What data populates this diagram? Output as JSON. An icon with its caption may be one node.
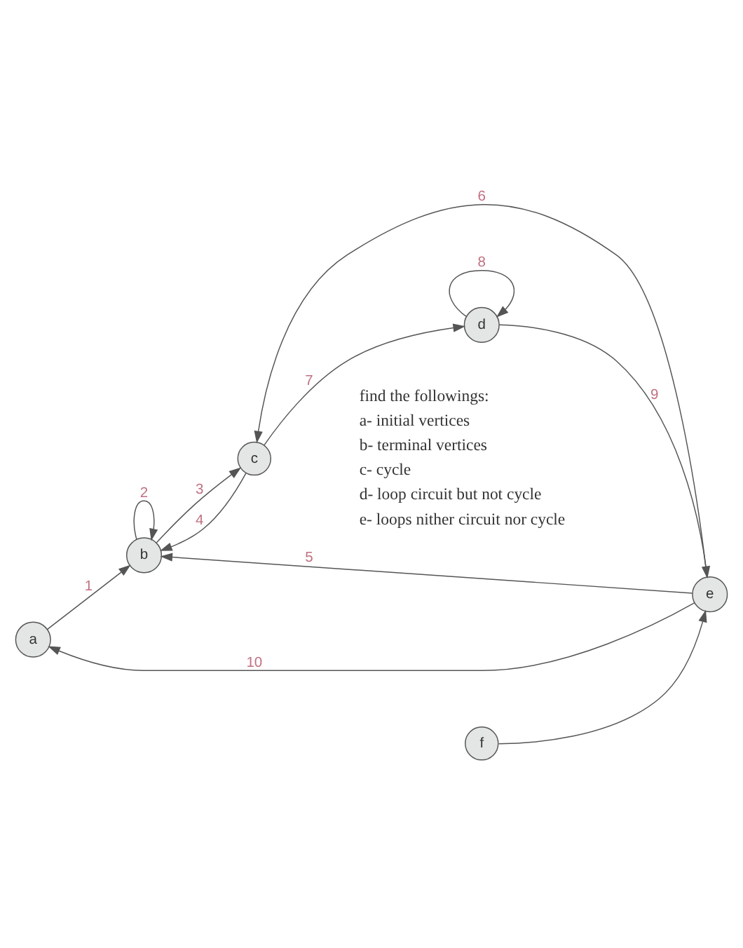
{
  "diagram": {
    "nodes": [
      {
        "text": [
          "a"
        ]
      },
      {
        "text": [
          "b"
        ]
      },
      {
        "text": [
          "e"
        ]
      },
      {
        "text": [
          "c"
        ]
      },
      {
        "text": [
          "f"
        ]
      },
      {
        "text": [
          "d"
        ]
      }
    ],
    "edges": [
      {
        "from": 0,
        "to": 1,
        "arrow": "to",
        "label": "1"
      },
      {
        "from": 1,
        "to": 1,
        "arrow": "to",
        "label": "2"
      },
      {
        "from": 1,
        "to": 3,
        "arrow": "to",
        "label": "3"
      },
      {
        "from": 3,
        "to": 1,
        "arrow": "to",
        "label": "4"
      },
      {
        "from": 2,
        "to": 1,
        "arrow": "to",
        "label": "5"
      },
      {
        "from": 2,
        "to": 3,
        "arrow": "to",
        "label": "6"
      },
      {
        "from": 3,
        "to": 5,
        "arrow": "to",
        "label": "7"
      },
      {
        "from": 5,
        "to": 5,
        "arrow": "to",
        "label": "8"
      },
      {
        "from": 5,
        "to": 2,
        "arrow": "to",
        "label": "9"
      },
      {
        "from": 2,
        "to": 0,
        "arrow": "to",
        "label": "10"
      },
      {
        "from": 4,
        "to": 2,
        "arrow": "to"
      }
    ],
    "labels": [
      "find the followings:",
      "a- initial vertices",
      "b- terminal vertices",
      "c- cycle",
      "d- loop circuit but not cycle",
      "e- loops nither circuit nor cycle"
    ]
  }
}
